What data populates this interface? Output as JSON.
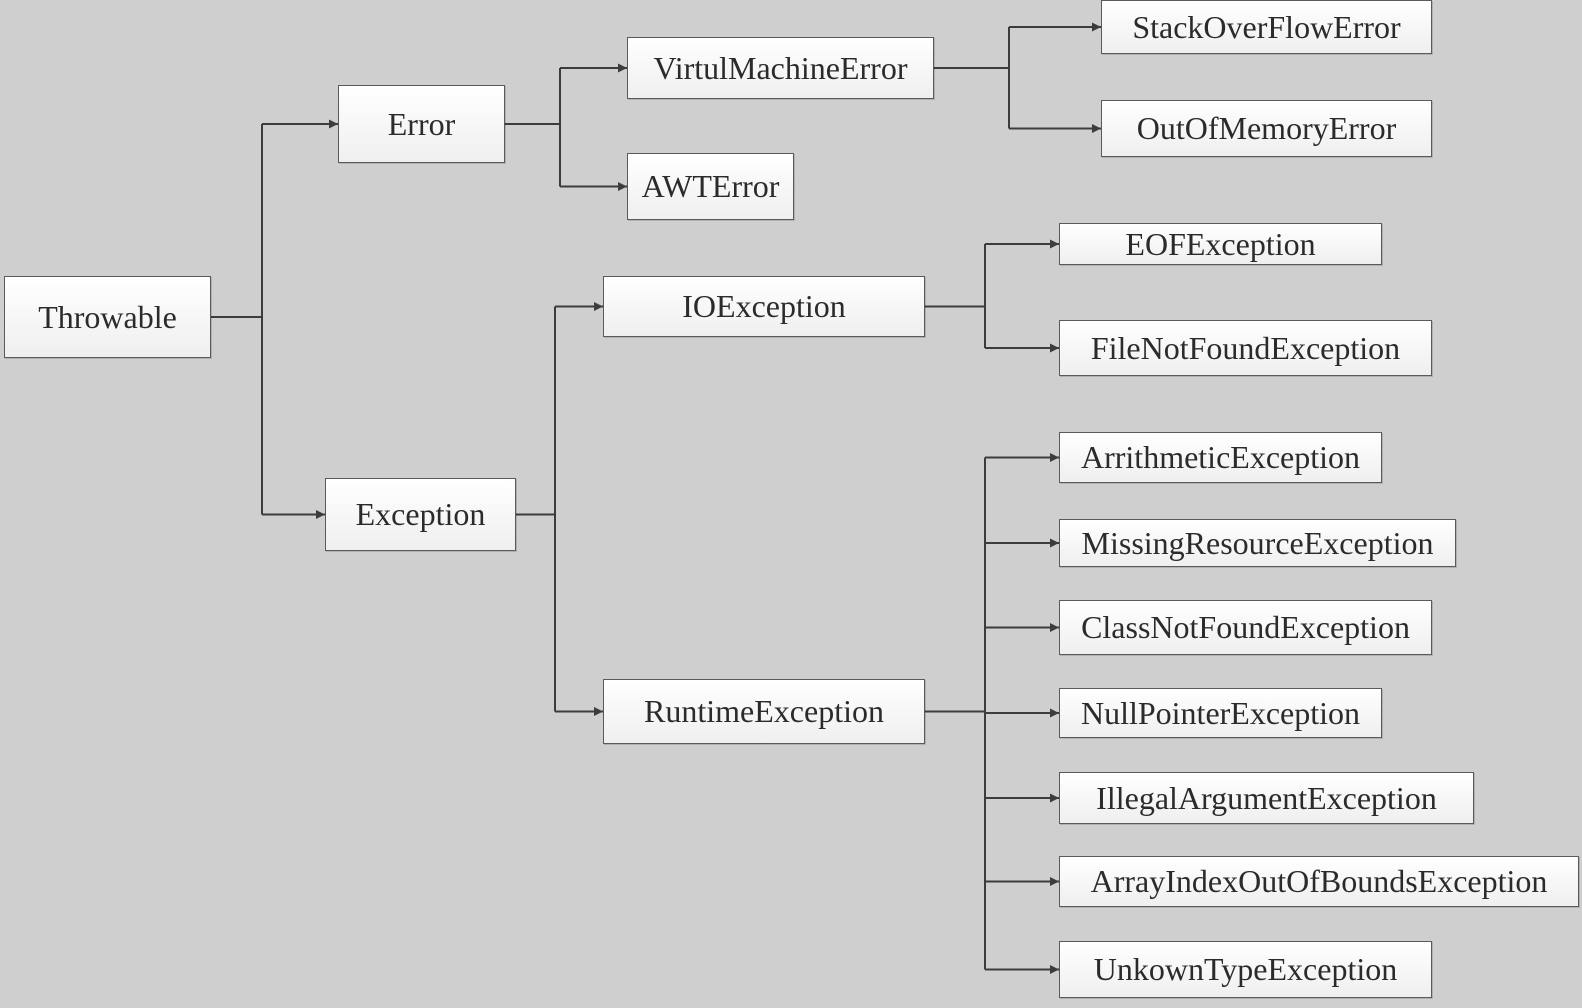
{
  "colors": {
    "background": "#cfcfcf",
    "box_border": "#5a5a5a",
    "line": "#3c3c3c",
    "text": "#2b2b2b"
  },
  "nodes": {
    "throwable": "Throwable",
    "error": "Error",
    "exception": "Exception",
    "virtual_machine_error": "VirtulMachineError",
    "awt_error": "AWTError",
    "stack_over_flow_error": "StackOverFlowError",
    "out_of_memory_error": "OutOfMemoryError",
    "io_exception": "IOException",
    "runtime_exception": "RuntimeException",
    "eof_exception": "EOFException",
    "file_not_found_exception": "FileNotFoundException",
    "arithmetic_exception": "ArrithmeticException",
    "missing_resource_exception": "MissingResourceException",
    "class_not_found_exception": "ClassNotFoundException",
    "null_pointer_exception": "NullPointerException",
    "illegal_argument_exception": "IllegalArgumentException",
    "array_index_out_of_bounds_exception": "ArrayIndexOutOfBoundsException",
    "unkown_type_exception": "UnkownTypeException"
  },
  "edges": [
    [
      "throwable",
      "error"
    ],
    [
      "throwable",
      "exception"
    ],
    [
      "error",
      "virtual_machine_error"
    ],
    [
      "error",
      "awt_error"
    ],
    [
      "virtual_machine_error",
      "stack_over_flow_error"
    ],
    [
      "virtual_machine_error",
      "out_of_memory_error"
    ],
    [
      "exception",
      "io_exception"
    ],
    [
      "exception",
      "runtime_exception"
    ],
    [
      "io_exception",
      "eof_exception"
    ],
    [
      "io_exception",
      "file_not_found_exception"
    ],
    [
      "runtime_exception",
      "arithmetic_exception"
    ],
    [
      "runtime_exception",
      "missing_resource_exception"
    ],
    [
      "runtime_exception",
      "class_not_found_exception"
    ],
    [
      "runtime_exception",
      "null_pointer_exception"
    ],
    [
      "runtime_exception",
      "illegal_argument_exception"
    ],
    [
      "runtime_exception",
      "array_index_out_of_bounds_exception"
    ],
    [
      "runtime_exception",
      "unkown_type_exception"
    ]
  ]
}
